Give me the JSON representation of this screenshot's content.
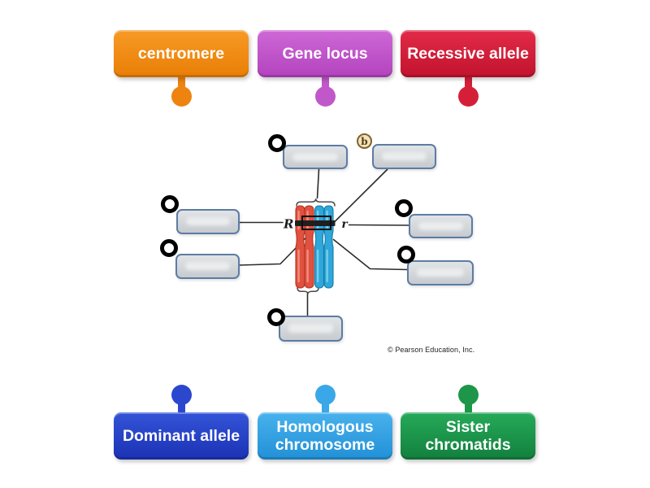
{
  "labels": {
    "top": [
      {
        "text": "centromere",
        "bg": "#f79a26",
        "bg_dark": "#e97e05",
        "pin": "#ee8310"
      },
      {
        "text": "Gene locus",
        "bg": "#ce68d6",
        "bg_dark": "#b343be",
        "pin": "#c158ca"
      },
      {
        "text": "Recessive allele",
        "bg": "#e22b48",
        "bg_dark": "#c2132d",
        "pin": "#d51f39"
      }
    ],
    "bottom": [
      {
        "text": "Dominant allele",
        "bg": "#3354d8",
        "bg_dark": "#1c32b4",
        "pin": "#2a47cd"
      },
      {
        "text": "Homologous chromosome",
        "bg": "#49b2ed",
        "bg_dark": "#2190d7",
        "pin": "#3aa7e9"
      },
      {
        "text": "Sister chromatids",
        "bg": "#26aa59",
        "bg_dark": "#12803d",
        "pin": "#1e9649"
      }
    ]
  },
  "figure": {
    "allele_dominant": "R",
    "allele_recessive": "r",
    "part_marker": "b",
    "credit": "© Pearson Education, Inc.",
    "colors": {
      "chromosome_left": "#e0513f",
      "chromosome_right": "#2ea7da",
      "gene_band": "#1f1f1f",
      "answer_box_border": "#5d7ca4"
    }
  }
}
